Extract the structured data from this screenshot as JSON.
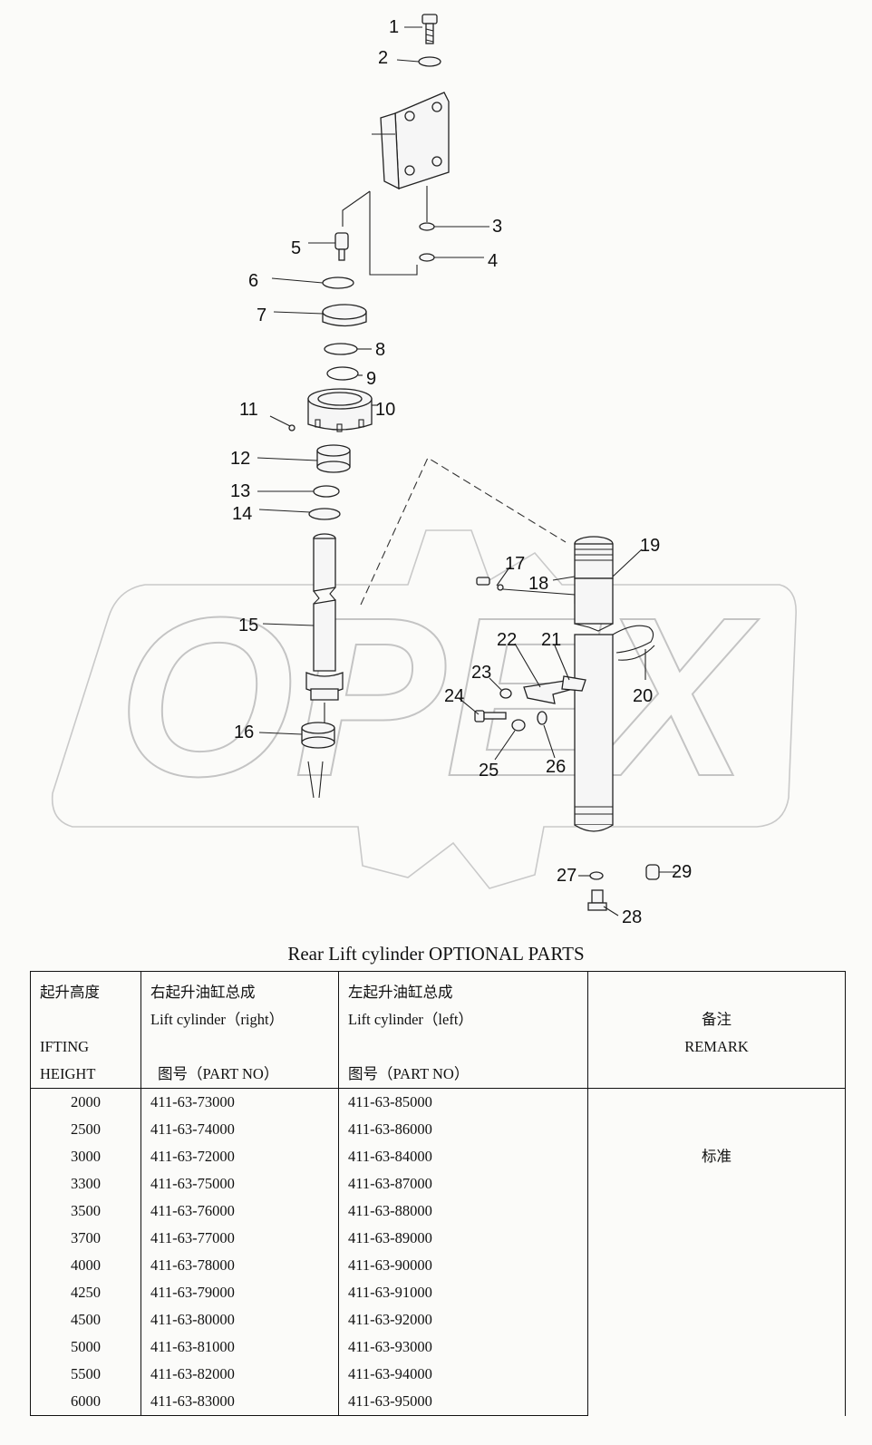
{
  "watermark": "OPEX",
  "callouts": [
    "1",
    "2",
    "3",
    "4",
    "5",
    "6",
    "7",
    "8",
    "9",
    "10",
    "11",
    "12",
    "13",
    "14",
    "15",
    "16",
    "17",
    "18",
    "19",
    "20",
    "21",
    "22",
    "23",
    "24",
    "25",
    "26",
    "27",
    "28",
    "29"
  ],
  "caption": "Rear Lift cylinder OPTIONAL PARTS",
  "table": {
    "header": {
      "height_cn": "起升高度",
      "height_en_1": "IFTING",
      "height_en_2": "HEIGHT",
      "right_cn": "右起升油缸总成",
      "right_en": "Lift cylinder（right）",
      "right_partno": "图号（PART NO）",
      "left_cn": "左起升油缸总成",
      "left_en": "Lift cylinder（left）",
      "left_partno": "图号（PART NO）",
      "remark_cn": "备注",
      "remark_en": "REMARK"
    },
    "remark_value": "标准",
    "rows": [
      {
        "height": "2000",
        "right": "411-63-73000",
        "left": "411-63-85000"
      },
      {
        "height": "2500",
        "right": "411-63-74000",
        "left": "411-63-86000"
      },
      {
        "height": "3000",
        "right": "411-63-72000",
        "left": "411-63-84000"
      },
      {
        "height": "3300",
        "right": "411-63-75000",
        "left": "411-63-87000"
      },
      {
        "height": "3500",
        "right": "411-63-76000",
        "left": "411-63-88000"
      },
      {
        "height": "3700",
        "right": "411-63-77000",
        "left": "411-63-89000"
      },
      {
        "height": "4000",
        "right": "411-63-78000",
        "left": "411-63-90000"
      },
      {
        "height": "4250",
        "right": "411-63-79000",
        "left": "411-63-91000"
      },
      {
        "height": "4500",
        "right": "411-63-80000",
        "left": "411-63-92000"
      },
      {
        "height": "5000",
        "right": "411-63-81000",
        "left": "411-63-93000"
      },
      {
        "height": "5500",
        "right": "411-63-82000",
        "left": "411-63-94000"
      },
      {
        "height": "6000",
        "right": "411-63-83000",
        "left": "411-63-95000"
      }
    ]
  }
}
